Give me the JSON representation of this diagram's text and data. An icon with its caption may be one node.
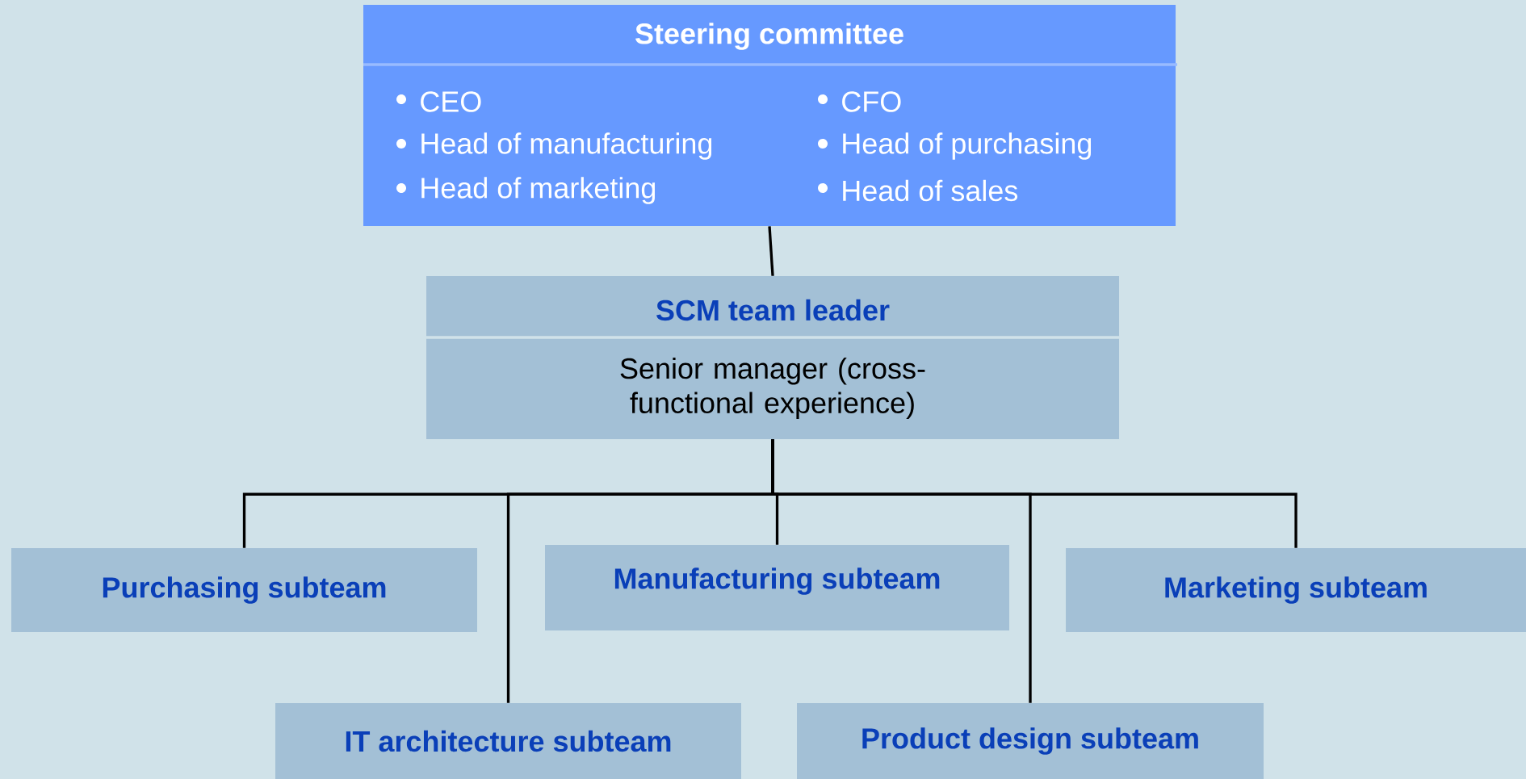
{
  "diagram": {
    "nodes": [
      {
        "text": [
          "Steering committee",
          "CEO",
          "Head of manufacturing",
          "Head of marketing",
          "CFO",
          "Head of purchasing",
          "Head of sales"
        ]
      },
      {
        "text": [
          "SCM team leader",
          "Senior manager (cross-functional experience)"
        ]
      },
      {
        "text": [
          "Purchasing subteam"
        ]
      },
      {
        "text": [
          "Manufacturing subteam"
        ]
      },
      {
        "text": [
          "Marketing subteam"
        ]
      },
      {
        "text": [
          "IT architecture subteam"
        ]
      },
      {
        "text": [
          "Product design subteam"
        ]
      }
    ],
    "edges": [
      {
        "from": 0,
        "to": 1,
        "arrow": "none"
      },
      {
        "from": 1,
        "to": 2,
        "arrow": "none"
      },
      {
        "from": 1,
        "to": 3,
        "arrow": "none"
      },
      {
        "from": 1,
        "to": 4,
        "arrow": "none"
      },
      {
        "from": 1,
        "to": 5,
        "arrow": "none"
      },
      {
        "from": 1,
        "to": 6,
        "arrow": "none"
      }
    ]
  }
}
